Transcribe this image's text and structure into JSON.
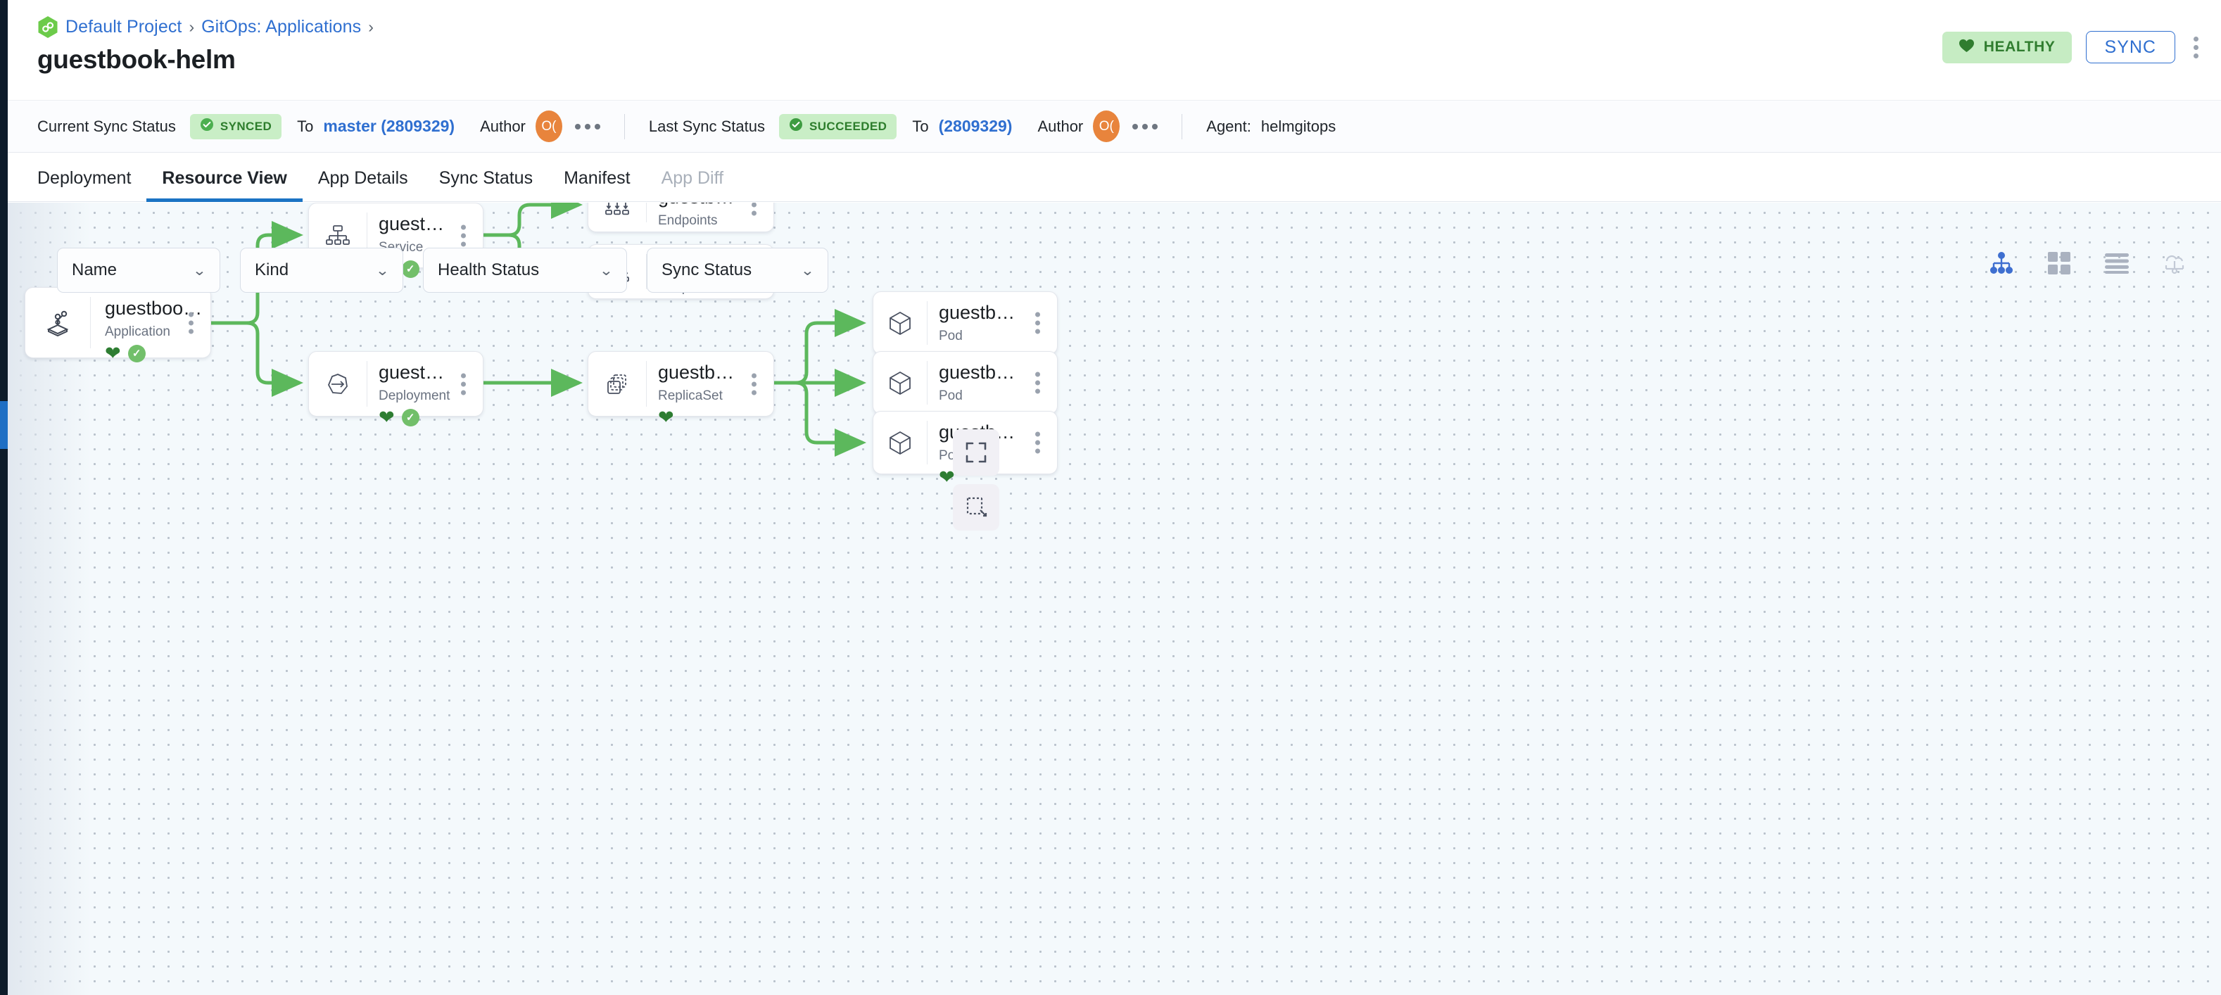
{
  "app": {
    "title": "guestbook-helm",
    "breadcrumb": {
      "project_icon": "argo-logo-icon",
      "items": [
        "Default Project",
        "GitOps: Applications"
      ],
      "separator": "›"
    },
    "health_badge": {
      "label": "HEALTHY",
      "icon": "heart-icon",
      "color": "#307d2f",
      "bg": "#c6ecc3"
    },
    "sync_button": {
      "label": "SYNC",
      "color": "#2f6fd0"
    },
    "overflow_menu": "kebab-menu-icon"
  },
  "status_bar": {
    "current": {
      "label": "Current Sync Status",
      "chip": "SYNCED",
      "to_label": "To",
      "revision": "master (2809329)",
      "author_label": "Author",
      "author_initials": "O(",
      "more": "•••"
    },
    "last": {
      "label": "Last Sync Status",
      "chip": "SUCCEEDED",
      "to_label": "To",
      "revision": "(2809329)",
      "author_label": "Author",
      "author_initials": "O(",
      "more": "•••"
    },
    "agent": {
      "label": "Agent:",
      "value": "helmgitops"
    }
  },
  "tabs": [
    {
      "label": "Deployment",
      "active": false,
      "disabled": false
    },
    {
      "label": "Resource View",
      "active": true,
      "disabled": false
    },
    {
      "label": "App Details",
      "active": false,
      "disabled": false
    },
    {
      "label": "Sync Status",
      "active": false,
      "disabled": false
    },
    {
      "label": "Manifest",
      "active": false,
      "disabled": false
    },
    {
      "label": "App Diff",
      "active": false,
      "disabled": true
    }
  ],
  "filters": [
    {
      "label": "Name",
      "icon": "chevron-down-icon"
    },
    {
      "label": "Kind",
      "icon": "chevron-down-icon"
    },
    {
      "label": "Health Status",
      "icon": "chevron-down-icon"
    },
    {
      "label": "Sync Status",
      "icon": "chevron-down-icon"
    }
  ],
  "view_modes": [
    {
      "name": "tree-view-icon",
      "active": true
    },
    {
      "name": "grid-view-icon",
      "active": false
    },
    {
      "name": "list-view-icon",
      "active": false
    },
    {
      "name": "network-view-icon",
      "active": false
    }
  ],
  "canvas_controls": [
    {
      "name": "fit-to-screen-icon"
    },
    {
      "name": "selection-box-icon"
    }
  ],
  "graph": {
    "nodes": [
      {
        "id": "app",
        "title": "guestbook-helm",
        "kind": "Application",
        "icon": "application-icon",
        "health": "healthy",
        "sync": "synced"
      },
      {
        "id": "svc",
        "title": "guestbook-helm-helm-g…",
        "kind": "Service",
        "icon": "service-icon",
        "health": "healthy",
        "sync": "synced"
      },
      {
        "id": "ep",
        "title": "guestbook-helm-helm-g…",
        "kind": "Endpoints",
        "icon": "endpoints-icon",
        "health": "none",
        "sync": "none"
      },
      {
        "id": "eps",
        "title": "guestbook-helm-helm-g…",
        "kind": "EndpointSlice",
        "icon": "endpointslice-icon",
        "health": "none",
        "sync": "none"
      },
      {
        "id": "deploy",
        "title": "guestbook-helm-helm-g…",
        "kind": "Deployment",
        "icon": "deployment-icon",
        "health": "healthy",
        "sync": "synced"
      },
      {
        "id": "rs",
        "title": "guestbook-helm-helm-g…",
        "kind": "ReplicaSet",
        "icon": "replicaset-icon",
        "health": "healthy",
        "sync": "none"
      },
      {
        "id": "pod1",
        "title": "guestbook-helm-helm-g…",
        "kind": "Pod",
        "icon": "pod-icon",
        "health": "healthy",
        "sync": "none"
      },
      {
        "id": "pod2",
        "title": "guestbook-helm-helm-g…",
        "kind": "Pod",
        "icon": "pod-icon",
        "health": "healthy",
        "sync": "none"
      },
      {
        "id": "pod3",
        "title": "guestbook-helm-helm-g…",
        "kind": "Pod",
        "icon": "pod-icon",
        "health": "healthy",
        "sync": "none"
      }
    ],
    "edge_color": "#5cb85c",
    "kebab": "kebab-menu-icon"
  }
}
